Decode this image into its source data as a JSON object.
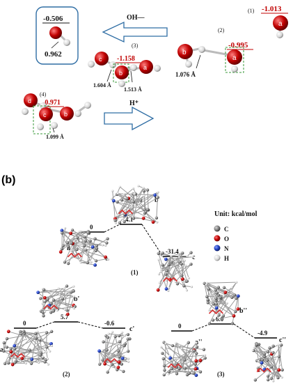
{
  "panel_a": {
    "labels": {
      "s1": "(1)",
      "s2": "(2)",
      "s3": "(3)",
      "s4": "(4)",
      "hydroxide_charge": "-0.506",
      "hydroxide_bond": "0.962",
      "oh_arrow": "OH—",
      "h_arrow": "H⁺",
      "s1_charge": "-1.013",
      "s2_charge": "-0.995",
      "s2_bond": "1.076 Å",
      "s3_charge": "-1.158",
      "s3_bond_left": "1.604 Å",
      "s3_bond_right": "1.513 Å",
      "s4_charge": "-0.971",
      "s4_bond": "1.099 Å"
    },
    "atom_letters": {
      "a": "a",
      "b": "b",
      "c": "c",
      "d": "d"
    }
  },
  "panel_b": {
    "panel_label": "(b)",
    "unit": "Unit:  kcal/mol",
    "legend": [
      "C",
      "O",
      "N",
      "H"
    ],
    "colors": {
      "C": "#7f7f7f",
      "O": "#c00000",
      "N": "#1f3fbf",
      "H": "#e0e0e0"
    },
    "profiles": [
      {
        "id": "(1)",
        "states": [
          "a",
          "b",
          "c"
        ],
        "energies": [
          "0",
          "4.1",
          "-31.4"
        ]
      },
      {
        "id": "(2)",
        "states": [
          "a'",
          "b'",
          "c'"
        ],
        "energies": [
          "0",
          "5.7",
          "-0.6"
        ]
      },
      {
        "id": "(3)",
        "states": [
          "a''",
          "b''",
          "c''"
        ],
        "energies": [
          "0",
          "6.0",
          "-4.9"
        ]
      }
    ]
  }
}
